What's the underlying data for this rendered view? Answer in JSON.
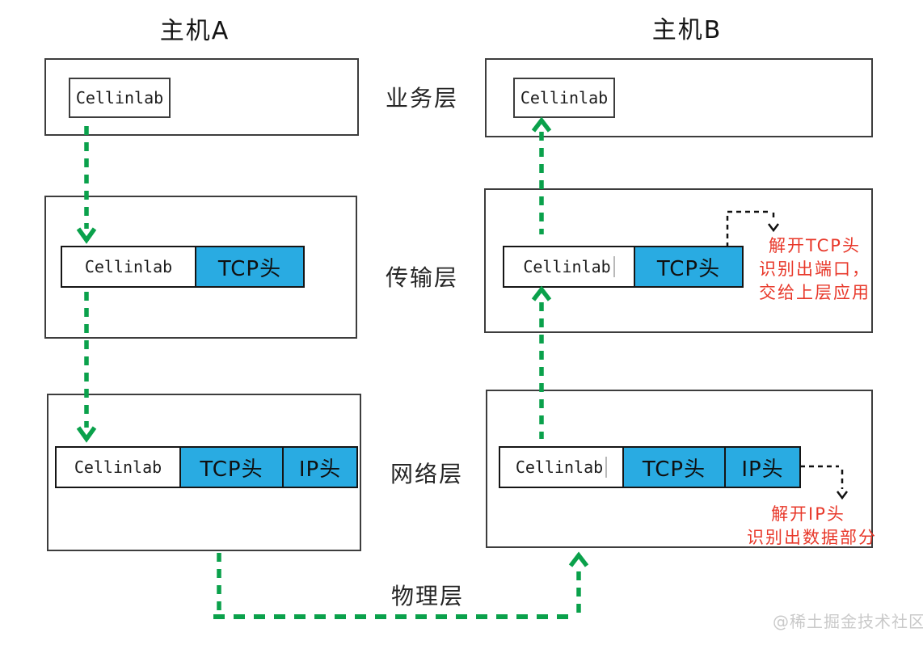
{
  "diagram": {
    "host_a": {
      "title": "主机A"
    },
    "host_b": {
      "title": "主机B"
    },
    "layers": {
      "business": "业务层",
      "transport": "传输层",
      "network": "网络层",
      "physical": "物理层"
    },
    "packet": {
      "payload": "Cellinlab",
      "tcp_header": "TCP头",
      "ip_header": "IP头"
    },
    "annotations": {
      "tcp_unpack_line1": "解开TCP头",
      "tcp_unpack_line2": "识别出端口，",
      "tcp_unpack_line3": "交给上层应用",
      "ip_unpack_line1": "解开IP头",
      "ip_unpack_line2": "识别出数据部分"
    },
    "watermark": "@稀土掘金技术社区",
    "colors": {
      "header_blue": "#29abe2",
      "arrow_green": "#0aa14b",
      "annotation_red": "#e8382a",
      "box_border": "#3d3d3d",
      "bar_border": "#151515",
      "watermark_gray": "#c9c9c9",
      "text_dark": "#222222"
    }
  }
}
